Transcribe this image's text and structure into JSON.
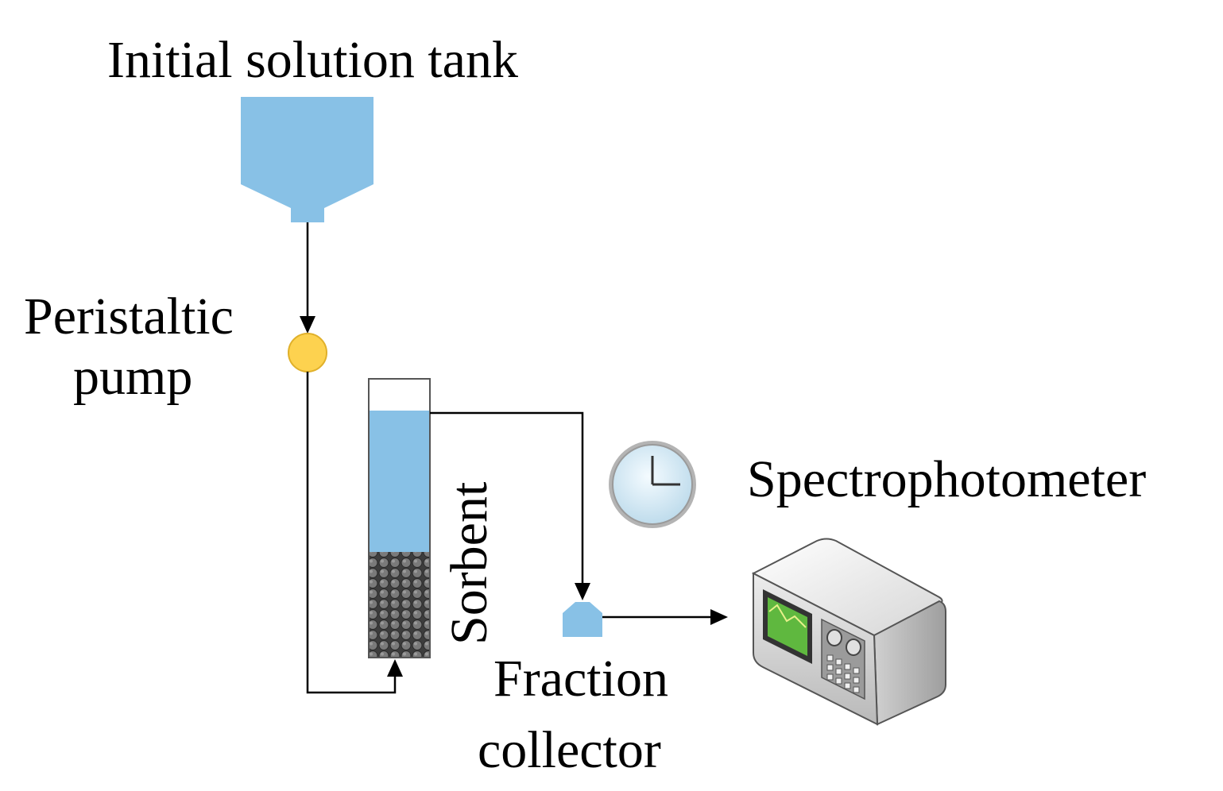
{
  "labels": {
    "tank": "Initial solution tank",
    "pump_line1": "Peristaltic",
    "pump_line2": "pump",
    "sorbent": "Sorbent",
    "spectro": "Spectrophotometer",
    "fraction_line1": "Fraction",
    "fraction_line2": "collector"
  },
  "colors": {
    "liquid": "#88c1e6",
    "pump": "#fdd24f",
    "pump_stroke": "#e0b02a",
    "sorbent": "#4d4d4d",
    "line": "#000000",
    "screen": "#5fb83f"
  },
  "icons": [
    "clock-icon",
    "spectrophotometer-icon",
    "arrowhead-icon"
  ]
}
